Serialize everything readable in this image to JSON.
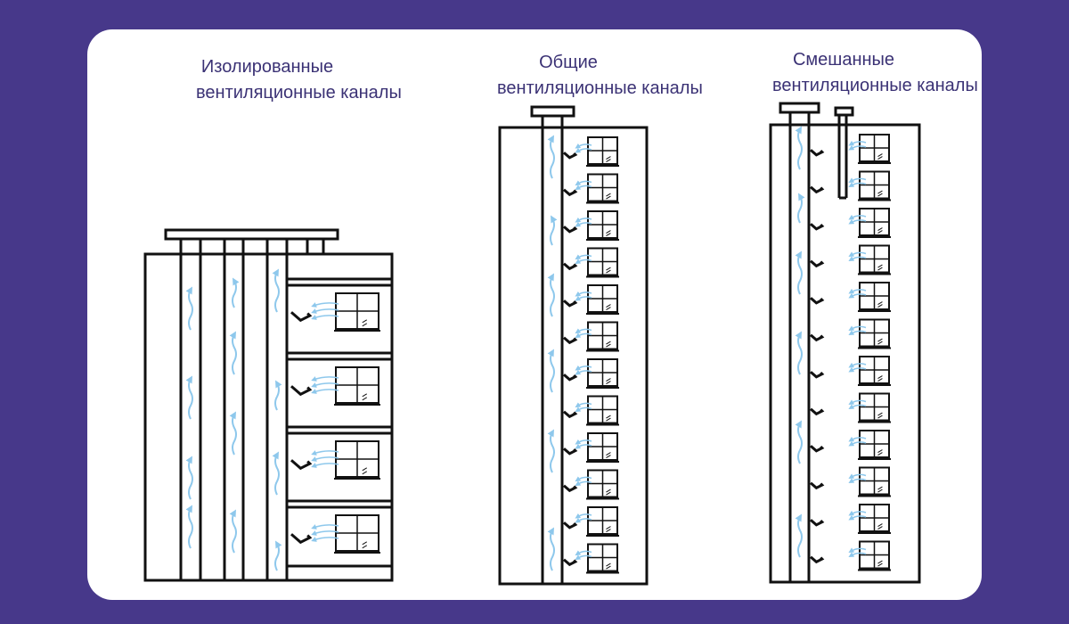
{
  "colors": {
    "background": "#47388a",
    "card": "#ffffff",
    "label_text": "#3b3275",
    "outline": "#111111",
    "airflow": "#8ec8ec"
  },
  "labels": {
    "isolated": {
      "line1": "Изолированные",
      "line2": "вентиляционные каналы"
    },
    "common": {
      "line1": "Общие",
      "line2": "вентиляционные каналы"
    },
    "mixed": {
      "line1": "Смешанные",
      "line2": "вентиляционные каналы"
    }
  },
  "buildings": {
    "isolated": {
      "floors": 4,
      "channels": 3
    },
    "common": {
      "floors": 12,
      "channels": 1
    },
    "mixed": {
      "floors": 12,
      "channels": 2
    }
  },
  "icons": [
    "air-flow-arrow-icon",
    "window-icon",
    "vent-inlet-icon",
    "chimney-cap-icon"
  ]
}
